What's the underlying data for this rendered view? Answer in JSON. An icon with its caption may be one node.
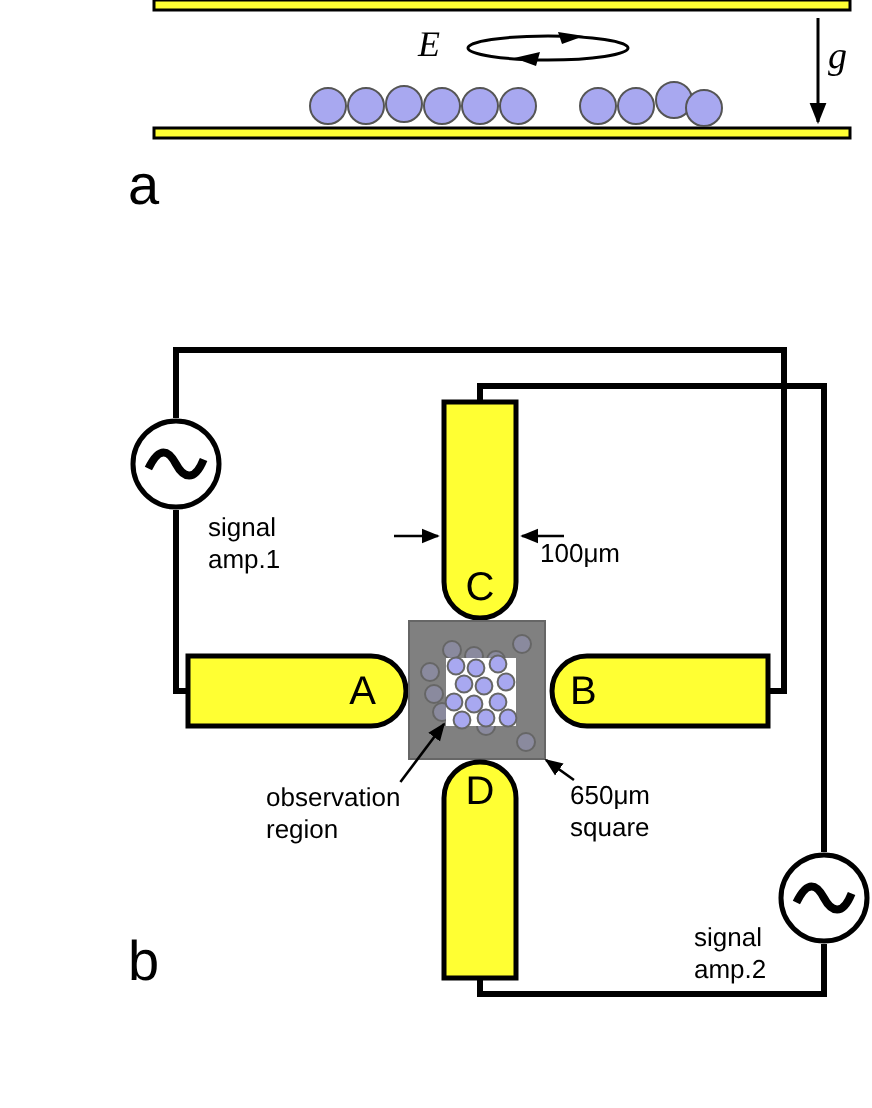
{
  "diagram": {
    "nodes": [
      {
        "text": [],
        "shape": "circle",
        "beside": [
          "signal amp.1"
        ]
      },
      {
        "text": [
          "C"
        ]
      },
      {
        "text": [
          "A"
        ]
      },
      {
        "text": [],
        "shape": "box"
      },
      {
        "text": [],
        "shape": "box",
        "in": 3
      },
      {
        "text": [
          "B"
        ]
      },
      {
        "text": [
          "observation region"
        ]
      },
      {
        "text": [
          "D"
        ]
      },
      {
        "text": [
          "650μm square"
        ]
      },
      {
        "text": [],
        "shape": "circle",
        "beside": [
          "signal amp.2"
        ]
      }
    ],
    "edges": [
      {
        "from": 0,
        "to": 5,
        "arrow": "none"
      },
      {
        "from": 0,
        "to": 2,
        "arrow": "none"
      },
      {
        "from": 9,
        "to": 1,
        "arrow": "none"
      },
      {
        "from": 9,
        "to": 7,
        "arrow": "none"
      },
      {
        "from": 6,
        "to": 4,
        "arrow": "to"
      },
      {
        "from": 8,
        "to": 3,
        "arrow": "to"
      }
    ],
    "labels": [
      "E",
      "g",
      "a",
      "100μm",
      "b"
    ]
  }
}
